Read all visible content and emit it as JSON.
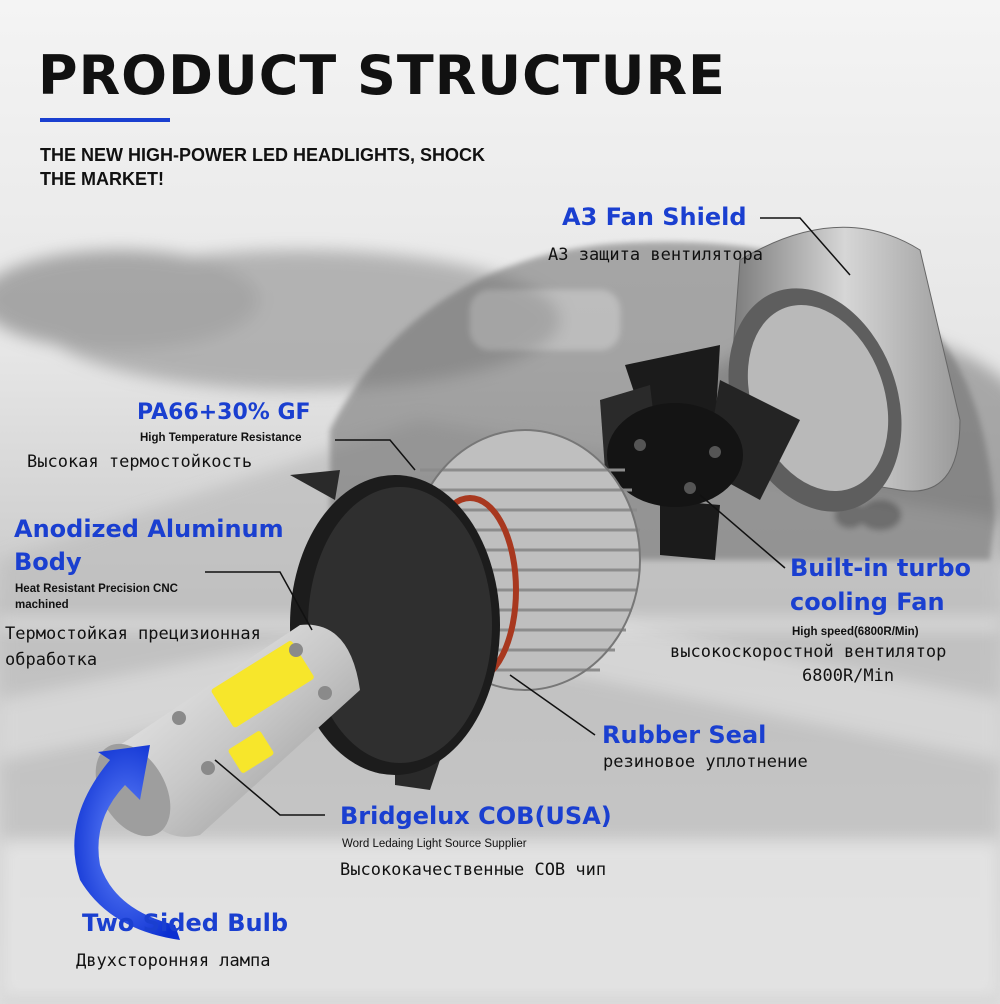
{
  "title": "PRODUCT STRUCTURE",
  "tagline": "THE NEW HIGH-POWER LED HEADLIGHTS, SHOCK THE MARKET!",
  "accent_color": "#1a3fd0",
  "callouts": {
    "fan_shield": {
      "title": "A3 Fan Shield",
      "ru": "A3 защита вентилятора"
    },
    "pa66": {
      "title": "PA66+30% GF",
      "sub": "High Temperature Resistance",
      "ru": "Высокая термостойкость"
    },
    "aluminum": {
      "title_line1": "Anodized Aluminum",
      "title_line2": "Body",
      "sub_line1": "Heat Resistant Precision CNC",
      "sub_line2": "machined",
      "ru_line1": "Термостойкая прецизионная",
      "ru_line2": "обработка"
    },
    "fan": {
      "title_line1": "Built-in turbo",
      "title_line2": "cooling Fan",
      "sub": "High speed(6800R/Min)",
      "ru_line1": "высокоскоростной вентилятор",
      "ru_line2": "6800R/Min"
    },
    "seal": {
      "title": "Rubber Seal",
      "ru": "резиновое уплотнение"
    },
    "cob": {
      "title": "Bridgelux COB(USA)",
      "sub": "Word Ledaing Light Source Supplier",
      "ru": "Высококачественные COB чип"
    },
    "bulb": {
      "title": "Two Sided Bulb",
      "ru": "Двухсторонняя лампа"
    }
  }
}
